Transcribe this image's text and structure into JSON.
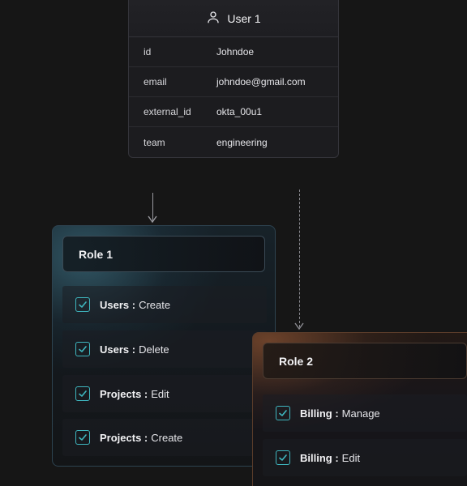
{
  "user": {
    "title": "User 1",
    "icon": "user-icon",
    "rows": [
      {
        "key": "id",
        "value": "Johndoe"
      },
      {
        "key": "email",
        "value": "johndoe@gmail.com"
      },
      {
        "key": "external_id",
        "value": "okta_00u1"
      },
      {
        "key": "team",
        "value": "engineering"
      }
    ]
  },
  "role1": {
    "title": "Role 1",
    "accent": "#3fb7c0",
    "permissions": [
      {
        "resource": "Users :",
        "action": "Create"
      },
      {
        "resource": "Users :",
        "action": "Delete"
      },
      {
        "resource": "Projects :",
        "action": "Edit"
      },
      {
        "resource": "Projects :",
        "action": "Create"
      }
    ]
  },
  "role2": {
    "title": "Role 2",
    "accent": "#b8693c",
    "permissions": [
      {
        "resource": "Billing :",
        "action": "Manage"
      },
      {
        "resource": "Billing :",
        "action": "Edit"
      }
    ]
  }
}
